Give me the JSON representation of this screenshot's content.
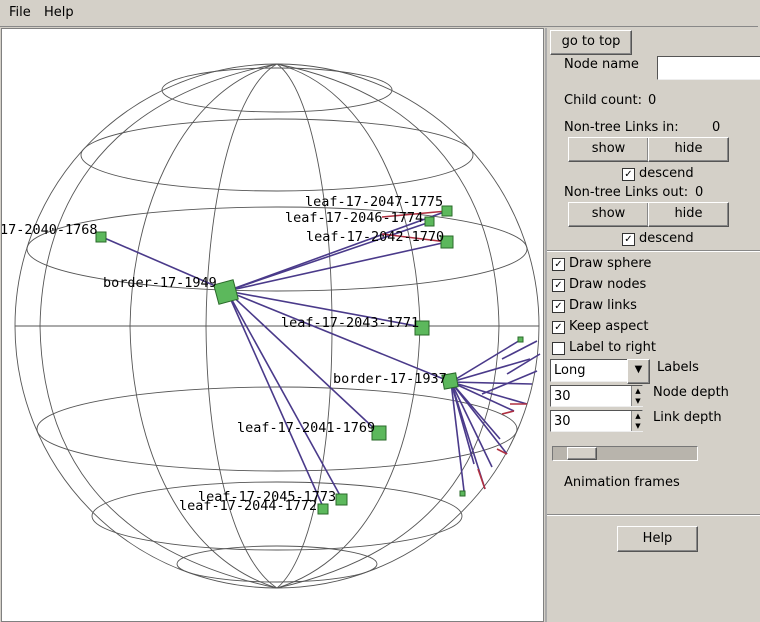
{
  "menu": {
    "file": "File",
    "help": "Help"
  },
  "panel": {
    "go_to_top": "go to top",
    "node_name_label": "Node name",
    "node_name_value": "",
    "child_count_label": "Child count:",
    "child_count_value": "0",
    "links_in_label": "Non-tree Links in:",
    "links_in_value": "0",
    "links_out_label": "Non-tree Links out:",
    "links_out_value": "0",
    "show": "show",
    "hide": "hide",
    "descend": "descend",
    "draw_sphere": "Draw sphere",
    "draw_nodes": "Draw nodes",
    "draw_links": "Draw links",
    "keep_aspect": "Keep aspect",
    "label_to_right": "Label to right",
    "labels_value": "Long",
    "labels_label": "Labels",
    "node_depth_value": "30",
    "node_depth_label": "Node depth",
    "link_depth_value": "30",
    "link_depth_label": "Link depth",
    "animation_frames_label": "Animation frames",
    "animation_frames_level": 0.12,
    "help_button": "Help",
    "checks": {
      "descend_in": true,
      "descend_out": true,
      "draw_sphere": true,
      "draw_nodes": true,
      "draw_links": true,
      "keep_aspect": true,
      "label_to_right": false
    }
  },
  "graph": {
    "labels": {
      "n1": "17-2040-1768",
      "n2": "border-17-1949",
      "n3": "leaf-17-2047-1775",
      "n4": "leaf-17-2046-1774",
      "n5": "leaf-17-2042-1770",
      "n6": "leaf-17-2043-1771",
      "n7": "border-17-1937",
      "n8": "leaf-17-2041-1769",
      "n9": "leaf-17-2045-1773",
      "n10": "leaf-17-2044-1772"
    },
    "colors": {
      "node": "#5cb85c",
      "link": "#4a3a8a",
      "link_tip": "#b03040",
      "grid": "#555555"
    }
  }
}
